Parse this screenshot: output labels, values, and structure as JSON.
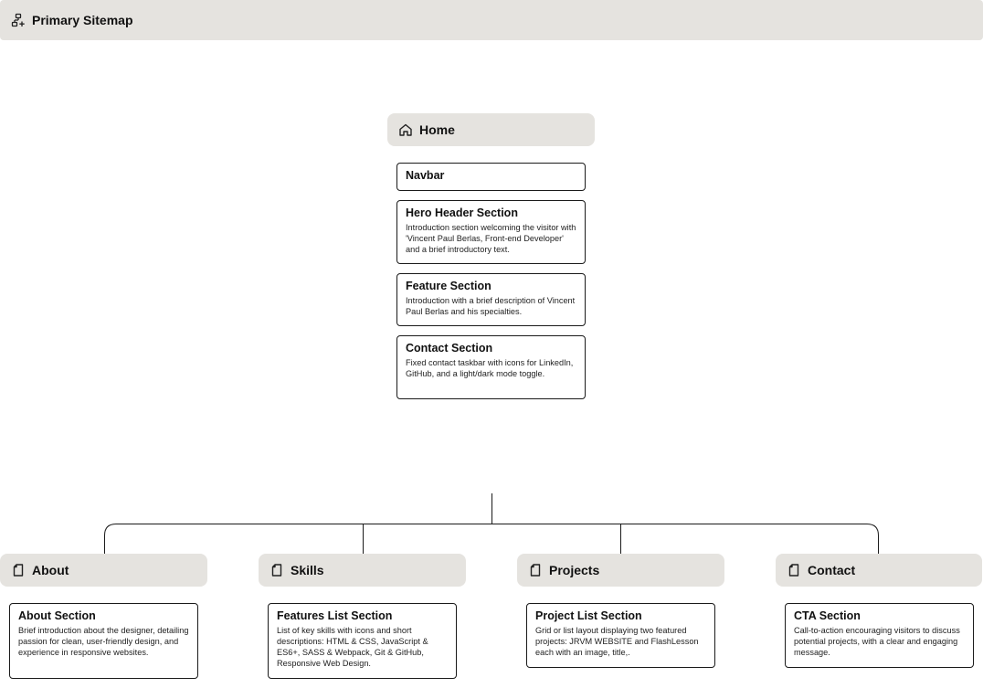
{
  "sitemap": {
    "title": "Primary Sitemap",
    "icon": "sitemap-icon"
  },
  "home": {
    "label": "Home",
    "icon": "home-icon",
    "sections": [
      {
        "title": "Navbar",
        "description": ""
      },
      {
        "title": "Hero Header Section",
        "description": "Introduction section welcoming the visitor with 'Vincent Paul Berlas, Front-end Developer' and a brief introductory text."
      },
      {
        "title": "Feature Section",
        "description": "Introduction with a brief description of Vincent Paul Berlas and his specialties."
      },
      {
        "title": "Contact Section",
        "description": "Fixed contact taskbar with icons for LinkedIn, GitHub, and a light/dark mode toggle."
      }
    ]
  },
  "pages": [
    {
      "label": "About",
      "icon": "page-icon",
      "sections": [
        {
          "title": "About Section",
          "description": "Brief introduction about the designer, detailing passion for clean, user-friendly design, and experience in responsive websites."
        }
      ]
    },
    {
      "label": "Skills",
      "icon": "page-icon",
      "sections": [
        {
          "title": "Features List Section",
          "description": "List of key skills with icons and short descriptions: HTML & CSS, JavaScript & ES6+, SASS & Webpack, Git & GitHub, Responsive Web Design."
        }
      ]
    },
    {
      "label": "Projects",
      "icon": "page-icon",
      "sections": [
        {
          "title": "Project List Section",
          "description": "Grid or list layout displaying two featured projects: JRVM WEBSITE and FlashLesson each with an image, title,."
        }
      ]
    },
    {
      "label": "Contact",
      "icon": "page-icon",
      "sections": [
        {
          "title": "CTA Section",
          "description": "Call-to-action encouraging visitors to discuss potential projects, with a clear and engaging message."
        }
      ]
    }
  ],
  "colors": {
    "header_fill": "#e5e3df",
    "card_border": "#1a1a1a",
    "connector": "#1a1a1a"
  }
}
